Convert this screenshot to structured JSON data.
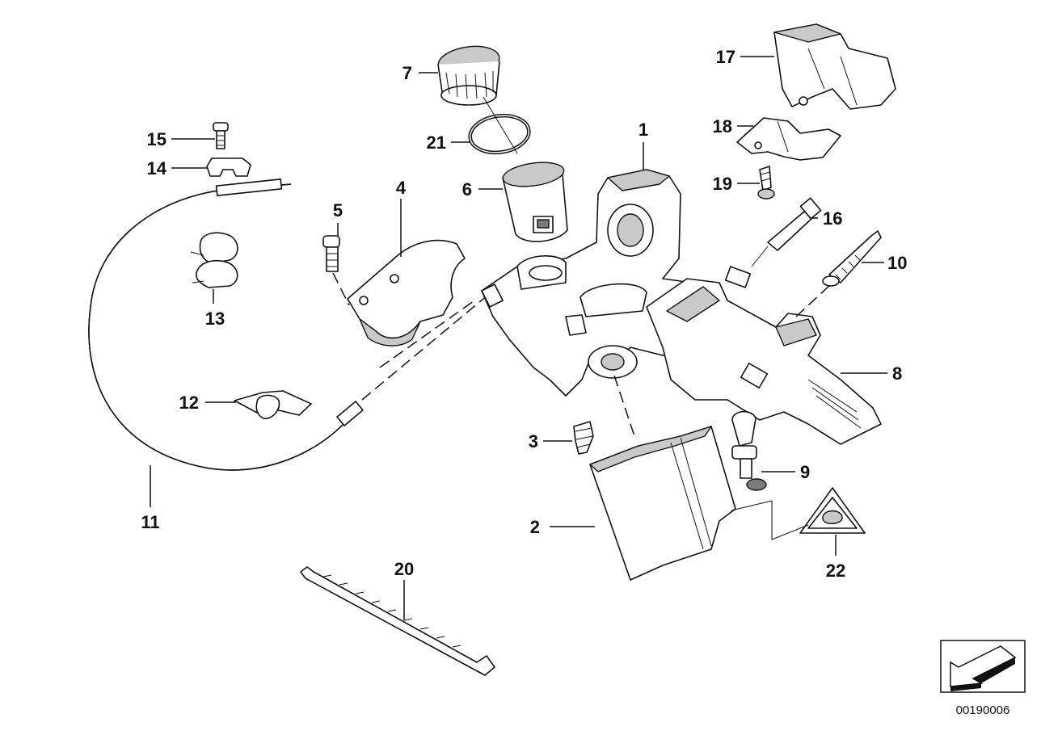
{
  "diagram": {
    "callouts": [
      {
        "id": "c1",
        "text": "1"
      },
      {
        "id": "c2",
        "text": "2"
      },
      {
        "id": "c3",
        "text": "3"
      },
      {
        "id": "c4",
        "text": "4"
      },
      {
        "id": "c5",
        "text": "5"
      },
      {
        "id": "c6",
        "text": "6"
      },
      {
        "id": "c7",
        "text": "7"
      },
      {
        "id": "c8",
        "text": "8"
      },
      {
        "id": "c9",
        "text": "9"
      },
      {
        "id": "c10",
        "text": "10"
      },
      {
        "id": "c11",
        "text": "11"
      },
      {
        "id": "c12",
        "text": "12"
      },
      {
        "id": "c13",
        "text": "13"
      },
      {
        "id": "c14",
        "text": "14"
      },
      {
        "id": "c15",
        "text": "15"
      },
      {
        "id": "c16",
        "text": "16"
      },
      {
        "id": "c17",
        "text": "17"
      },
      {
        "id": "c18",
        "text": "18"
      },
      {
        "id": "c19",
        "text": "19"
      },
      {
        "id": "c20",
        "text": "20"
      },
      {
        "id": "c21",
        "text": "21"
      },
      {
        "id": "c22",
        "text": "22"
      }
    ],
    "document_number": "00190006",
    "line_color": "#111111",
    "shade_color": "#c9c9c9"
  }
}
